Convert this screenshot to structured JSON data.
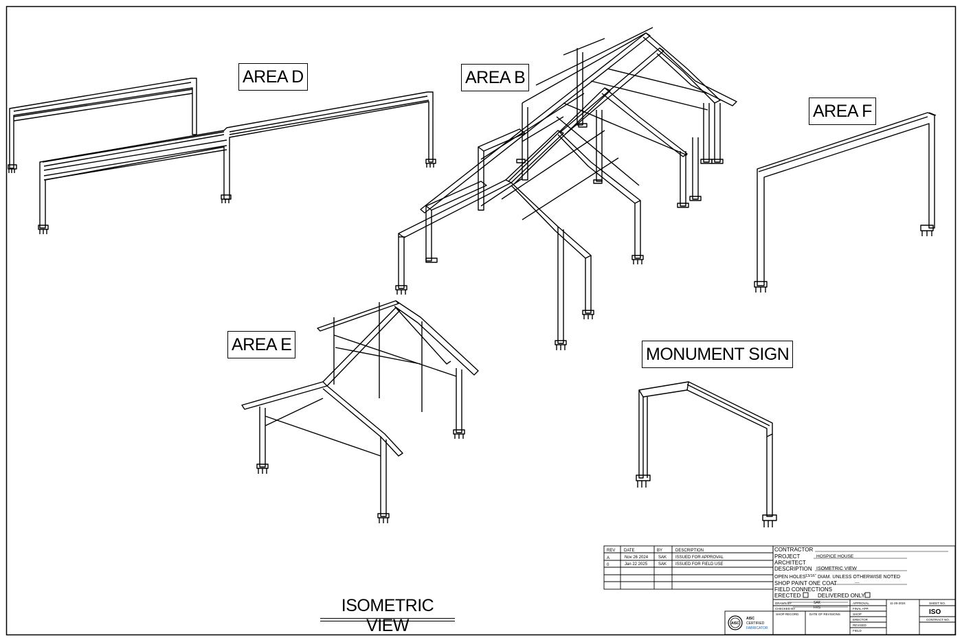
{
  "areas": {
    "area_d": "AREA D",
    "area_b": "AREA B",
    "area_f": "AREA F",
    "area_e": "AREA E",
    "monument_sign": "MONUMENT SIGN"
  },
  "view_title": "ISOMETRIC VIEW",
  "revisions": {
    "headers": [
      "REV",
      "DATE",
      "BY",
      "DESCRIPTION"
    ],
    "rows": [
      {
        "rev": "A",
        "date": "Nov 26 2024",
        "by": "SAK",
        "description": "ISSUED FOR APPROVAL"
      },
      {
        "rev": "0",
        "date": "Jan 22 2025",
        "by": "SAK",
        "description": "ISSUED FOR FIELD USE"
      }
    ]
  },
  "title_block": {
    "contractor_label": "CONTRACTOR",
    "project_label": "PROJECT",
    "project_value": "HOSPICE HOUSE",
    "architect_label": "ARCHITECT",
    "description_label": "DESCRIPTION",
    "description_value": "ISOMETRIC VIEW",
    "open_holes_prefix": "OPEN HOLES",
    "open_holes_fraction": "13/16\"",
    "open_holes_suffix": "DIAM. UNLESS OTHERWISE NOTED",
    "shop_paint": "SHOP PAINT ONE COAT",
    "shop_paint_value": "----",
    "field_connections": "FIELD CONNECTIONS",
    "erected": "ERECTED",
    "delivered_only": "DELIVERED ONLY",
    "drawn_by_label": "DRAWN BY",
    "drawn_by_value": "SAK",
    "checked_by_label": "CHECKED BY",
    "checked_by_value": "FRS",
    "shop_record": "SHOP RECORD",
    "date_of_revisions": "DATE OF REVISIONS",
    "approval_label": "APPROVAL",
    "approval_date": "11-26-2024",
    "final_app": "FINAL APP.",
    "shop": "SHOP",
    "erector": "ERECTOR",
    "revised": "REVISED",
    "field": "FIELD",
    "sheet_no_label": "SHEET NO.",
    "sheet_no_value": "ISO",
    "contract_no_label": "CONTRACT NO."
  },
  "aisc_badge": {
    "line1": "AISC",
    "line2": "CERTIFIED",
    "line3": "FABRICATOR",
    "seal_text": "AISC",
    "accent": "#1f5fa8"
  }
}
